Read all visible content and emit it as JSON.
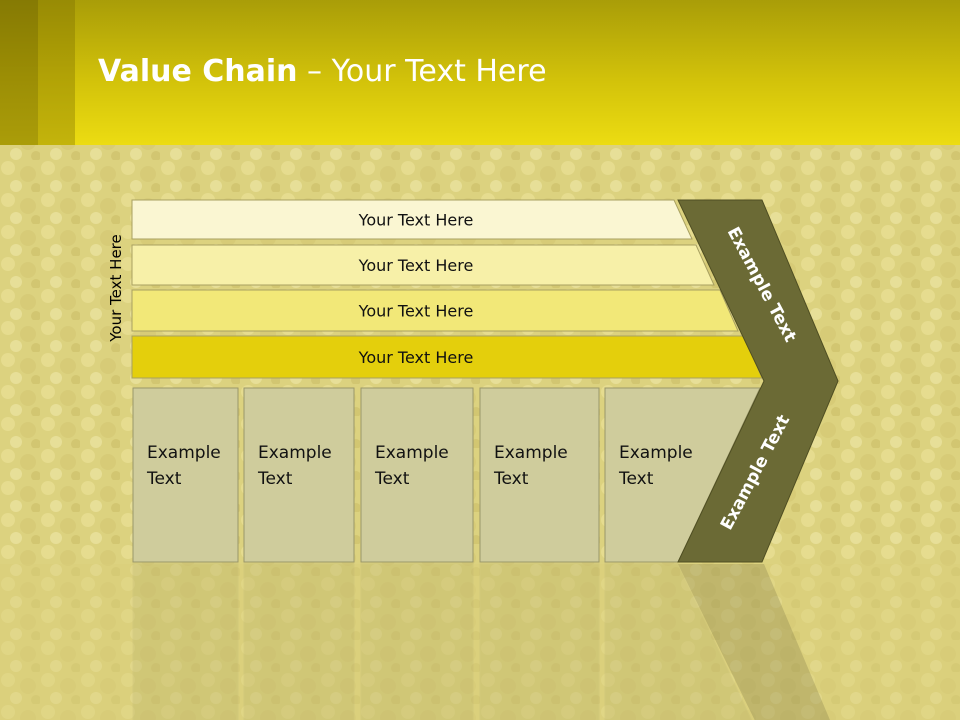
{
  "slide": {
    "title_bold": "Value Chain",
    "title_rest": " – Your Text Here",
    "side_label": "Your Text Here"
  },
  "bars": [
    {
      "label": "Your Text Here",
      "fill": "#faf6d2"
    },
    {
      "label": "Your Text Here",
      "fill": "#f7f0a8"
    },
    {
      "label": "Your Text Here",
      "fill": "#f2e878"
    },
    {
      "label": "Your Text Here",
      "fill": "#e4cf0c"
    }
  ],
  "boxes": [
    {
      "line1": "Example",
      "line2": "Text"
    },
    {
      "line1": "Example",
      "line2": "Text"
    },
    {
      "line1": "Example",
      "line2": "Text"
    },
    {
      "line1": "Example",
      "line2": "Text"
    },
    {
      "line1": "Example",
      "line2": "Text"
    }
  ],
  "chevron": {
    "upper_text": "Example Text",
    "lower_text": "Example Text",
    "fill": "#6b6a35"
  },
  "colors": {
    "box_fill": "#cfcc9c",
    "header": "#e2d20f"
  }
}
